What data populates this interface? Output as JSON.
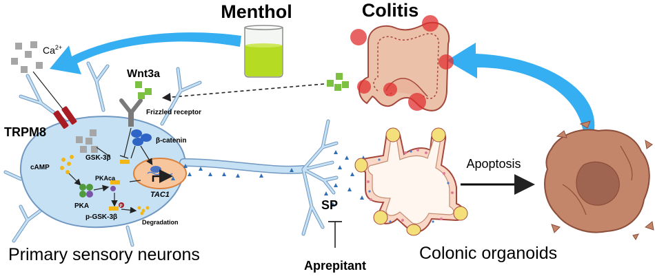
{
  "labels": {
    "menthol": "Menthol",
    "colitis": "Colitis",
    "ca": "Ca",
    "ca_sup": "2+",
    "wnt3a": "Wnt3a",
    "frizzled": "Frizzled receptor",
    "trpm8": "TRPM8",
    "beta_catenin": "β-catenin",
    "gsk3b": "GSK-3β",
    "camp": "cAMP",
    "pkaca": "PKAca",
    "pka": "PKA",
    "tac1": "TAC1",
    "pgsk3b": "p-GSK-3β",
    "p": "P",
    "degradation": "Degradation",
    "sp": "SP",
    "aprepitant": "Aprepitant",
    "apoptosis": "Apoptosis",
    "primary_neurons": "Primary sensory neurons",
    "colonic_organoids": "Colonic organoids"
  },
  "colors": {
    "arrow_blue": "#36aef2",
    "neuron_fill": "#c6e1f3",
    "neuron_stroke": "#6f97c1",
    "menthol_green": "#b5dc23",
    "wnt_green": "#7dc142",
    "ca_gray": "#a6a6a6",
    "trpm8_red": "#a81d24",
    "receptor_gray": "#7a7a7a",
    "nucleus_fill": "#f7c69d",
    "nucleus_stroke": "#d9803c",
    "catenin_blue": "#2e64c5",
    "gsk_yellow": "#f2b717",
    "pka_green": "#4f9a3d",
    "sp_triangle": "#2f6fb6",
    "colon_fill": "#ecc1a9",
    "colon_stroke": "#a4463a",
    "inflammation_red": "#e03030",
    "organoid_fill": "#f9d8c8",
    "crypt_yellow": "#f4e07a",
    "dead_fill": "#c3866a",
    "dead_stroke": "#8b4d39"
  }
}
